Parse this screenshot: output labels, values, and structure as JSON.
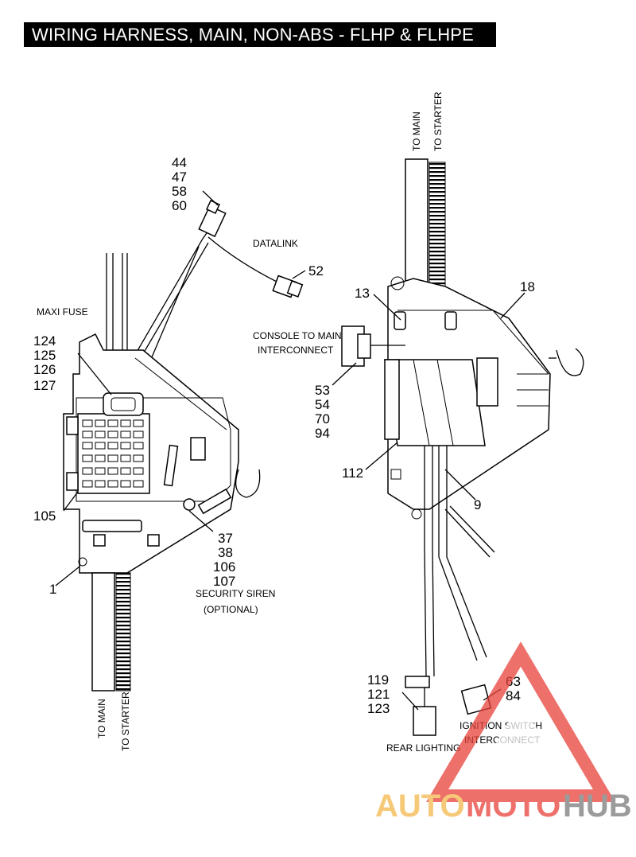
{
  "title": "WIRING HARNESS, MAIN, NON-ABS - FLHP & FLHPE",
  "left_assembly": {
    "callouts": {
      "part_44_60": [
        "44",
        "47",
        "58",
        "60"
      ],
      "part_52": "52",
      "part_124_127": [
        "124",
        "125",
        "126",
        "127"
      ],
      "part_105": "105",
      "part_1": "1",
      "part_37_107": [
        "37",
        "38",
        "106",
        "107"
      ]
    },
    "labels": {
      "datalink": "DATALINK",
      "maxi_fuse": "MAXI FUSE",
      "security_siren": "SECURITY SIREN",
      "optional": "(OPTIONAL)",
      "to_main": "TO MAIN",
      "to_starter": "TO STARTER"
    }
  },
  "right_assembly": {
    "callouts": {
      "part_13": "13",
      "part_18": "18",
      "part_53_94": [
        "53",
        "54",
        "70",
        "94"
      ],
      "part_112": "112",
      "part_9": "9",
      "part_119_123": [
        "119",
        "121",
        "123"
      ],
      "part_63_84": [
        "63",
        "84"
      ]
    },
    "labels": {
      "console_line1": "CONSOLE TO MAIN",
      "console_line2": "INTERCONNECT",
      "to_main": "TO MAIN",
      "to_starter": "TO STARTER",
      "rear_lighting": "REAR LIGHTING",
      "ignition_line1": "IGNITION SWITCH",
      "ignition_line2": "INTERCONNECT"
    }
  },
  "watermark": {
    "text_part1": "AUTO",
    "text_part2": "MOTO",
    "text_part3": "HUB",
    "color_primary": "#e8413a",
    "color_secondary": "#f2b84b",
    "color_dark": "#7a7a7a"
  }
}
